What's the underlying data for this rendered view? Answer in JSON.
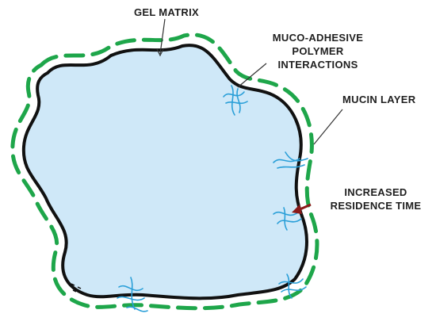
{
  "labels": {
    "gel_matrix": "GEL MATRIX",
    "muco_adhesive": [
      "MUCO-ADHESIVE",
      "POLYMER",
      "INTERACTIONS"
    ],
    "mucin_layer": "MUCIN LAYER",
    "residence_time": [
      "INCREASED",
      "RESIDENCE TIME"
    ]
  },
  "colors": {
    "gel_fill": "#cfe8f8",
    "gel_outline": "#111111",
    "mucin": "#1ea64a",
    "polymer_strands": "#2a9fd8",
    "residence_arrow": "#8b1a1a",
    "label_text": "#1f1f1f",
    "leader_lines": "#333333"
  }
}
